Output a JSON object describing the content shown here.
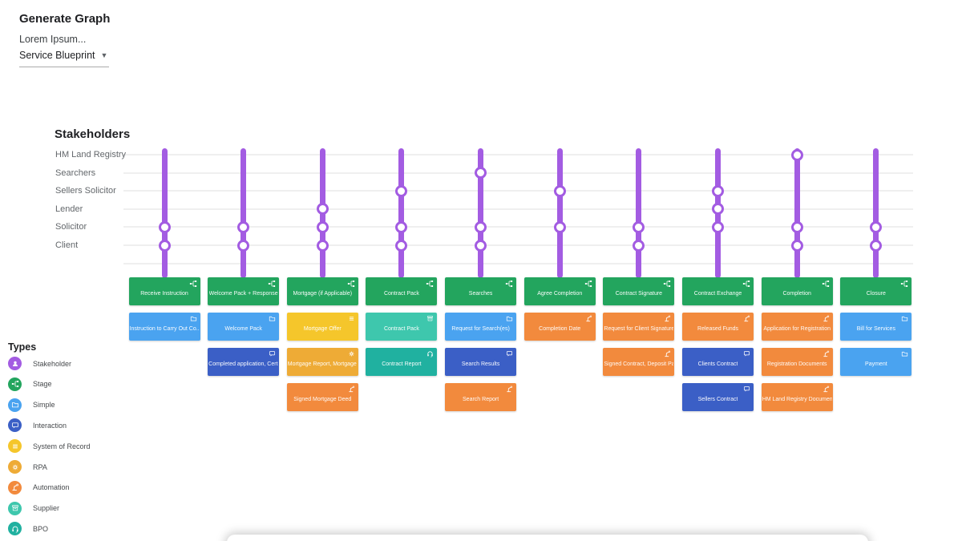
{
  "header": {
    "title": "Generate Graph",
    "subtitle": "Lorem Ipsum...",
    "graph_type": {
      "value": "Service Blueprint",
      "icon": "chevron-down-icon"
    }
  },
  "stakeholders_panel": {
    "heading": "Stakeholders"
  },
  "types_panel": {
    "heading": "Types",
    "items": [
      {
        "id": "stakeholder",
        "label": "Stakeholder",
        "color": "#a35ce2",
        "icon": "person-icon"
      },
      {
        "id": "stage",
        "label": "Stage",
        "color": "#23a55e",
        "icon": "stage-flow-icon"
      },
      {
        "id": "simple",
        "label": "Simple",
        "color": "#4aa3f0",
        "icon": "folder-icon"
      },
      {
        "id": "interaction",
        "label": "Interaction",
        "color": "#3b5fc6",
        "icon": "chat-bubble-icon"
      },
      {
        "id": "system_of_record",
        "label": "System of Record",
        "color": "#f5c62b",
        "icon": "list-icon"
      },
      {
        "id": "rpa",
        "label": "RPA",
        "color": "#eeab36",
        "icon": "gear-icon"
      },
      {
        "id": "automation",
        "label": "Automation",
        "color": "#f28a3d",
        "icon": "robot-arm-icon"
      },
      {
        "id": "supplier",
        "label": "Supplier",
        "color": "#3ec7ad",
        "icon": "archive-box-icon"
      },
      {
        "id": "bpo",
        "label": "BPO",
        "color": "#20b1a0",
        "icon": "headset-icon"
      }
    ]
  },
  "palette": {
    "timeline_purple": "#a35ce2",
    "grid_line": "#efefef",
    "stage_green": "#23a55e"
  },
  "chart_data": {
    "type": "service_blueprint_timeline",
    "stakeholders": [
      "HM Land Registry",
      "Searchers",
      "Sellers Solicitor",
      "Lender",
      "Solicitor",
      "Client"
    ],
    "stages": [
      {
        "label": "Receive Instruction",
        "touchpoints": [
          "Solicitor",
          "Client"
        ],
        "artifacts": [
          {
            "type_id": "simple",
            "label": "Instruction to Carry Out Co..."
          }
        ]
      },
      {
        "label": "Welcome Pack + Response",
        "touchpoints": [
          "Solicitor",
          "Client"
        ],
        "artifacts": [
          {
            "type_id": "simple",
            "label": "Welcome Pack"
          },
          {
            "type_id": "interaction",
            "label": "Completed application, Cert..."
          }
        ]
      },
      {
        "label": "Mortgage (if Applicable)",
        "touchpoints": [
          "Lender",
          "Solicitor",
          "Client"
        ],
        "artifacts": [
          {
            "type_id": "system_of_record",
            "label": "Mortgage Offer"
          },
          {
            "type_id": "rpa",
            "label": "Mortgage Report, Mortgage D..."
          },
          {
            "type_id": "automation",
            "label": "Signed Mortgage Deed"
          }
        ]
      },
      {
        "label": "Contract Pack",
        "touchpoints": [
          "Sellers Solicitor",
          "Solicitor",
          "Client"
        ],
        "artifacts": [
          {
            "type_id": "supplier",
            "label": "Contract Pack"
          },
          {
            "type_id": "bpo",
            "label": "Contract Report"
          }
        ]
      },
      {
        "label": "Searches",
        "touchpoints": [
          "Searchers",
          "Solicitor",
          "Client"
        ],
        "artifacts": [
          {
            "type_id": "simple",
            "label": "Request for Search(es)"
          },
          {
            "type_id": "interaction",
            "label": "Search Results"
          },
          {
            "type_id": "automation",
            "label": "Search Report"
          }
        ]
      },
      {
        "label": "Agree Completion",
        "touchpoints": [
          "Sellers Solicitor",
          "Solicitor"
        ],
        "artifacts": [
          {
            "type_id": "automation",
            "label": "Completion Date"
          }
        ]
      },
      {
        "label": "Contract Signature",
        "touchpoints": [
          "Solicitor",
          "Client"
        ],
        "artifacts": [
          {
            "type_id": "automation",
            "label": "Request for Client Signature"
          },
          {
            "type_id": "automation",
            "label": "Signed Contract, Deposit Pa..."
          }
        ]
      },
      {
        "label": "Contract Exchange",
        "touchpoints": [
          "Sellers Solicitor",
          "Lender",
          "Solicitor"
        ],
        "artifacts": [
          {
            "type_id": "automation",
            "label": "Released Funds"
          },
          {
            "type_id": "interaction",
            "label": "Clients Contract"
          },
          {
            "type_id": "interaction",
            "label": "Sellers Contract"
          }
        ]
      },
      {
        "label": "Completion",
        "touchpoints": [
          "HM Land Registry",
          "Solicitor",
          "Client"
        ],
        "artifacts": [
          {
            "type_id": "automation",
            "label": "Application for Registration"
          },
          {
            "type_id": "automation",
            "label": "Registration Documents"
          },
          {
            "type_id": "automation",
            "label": "HM Land Registry Documents"
          }
        ]
      },
      {
        "label": "Closure",
        "touchpoints": [
          "Solicitor",
          "Client"
        ],
        "artifacts": [
          {
            "type_id": "simple",
            "label": "Bill for Services"
          },
          {
            "type_id": "simple",
            "label": "Payment"
          }
        ]
      }
    ]
  }
}
